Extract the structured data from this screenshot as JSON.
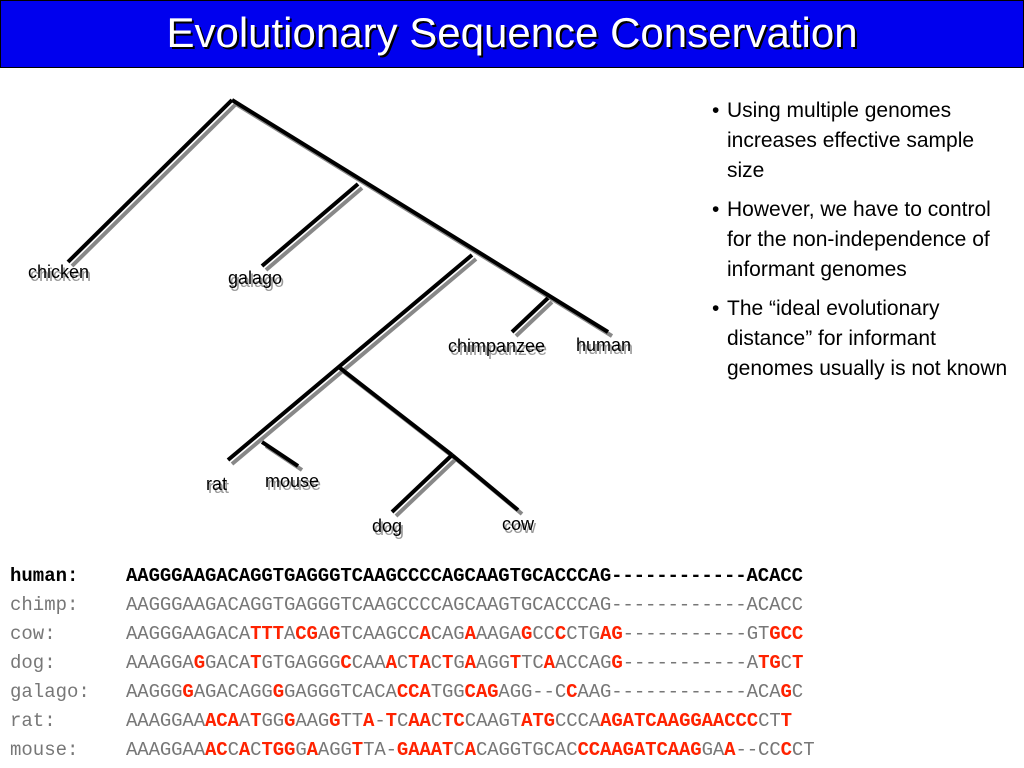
{
  "title": "Evolutionary Sequence Conservation",
  "tree": {
    "labels": [
      "chicken",
      "galago",
      "chimpanzee",
      "human",
      "rat",
      "mouse",
      "dog",
      "cow"
    ]
  },
  "bullets": [
    "Using multiple genomes increases effective sample size",
    "However, we have to control for the non-independence of informant genomes",
    "The “ideal evolutionary distance” for informant genomes usually is not known"
  ],
  "bullet_char": "•",
  "colors": {
    "title_bg": "#0000ee",
    "title_text": "#ffffff",
    "highlight": "#ff2200",
    "reference": "#000000",
    "informant": "#777777"
  },
  "alignment": {
    "rows": [
      {
        "name": "human:",
        "seq": "AAGGGAAGACAGGTGAGGGTCAAGCCCCAGCAAGTGCACCCAG------------ACACC",
        "reference": true,
        "highlight": ""
      },
      {
        "name": "chimp:",
        "seq": "AAGGGAAGACAGGTGAGGGTCAAGCCCCAGCAAGTGCACCCAG------------ACACC",
        "reference": false,
        "highlight": ""
      },
      {
        "name": "cow:",
        "seq": "AAGGGAAGACATTTACGAGTCAAGCCACAGAAAGAGCCCCTGAG-----------GTGCC",
        "reference": false,
        "highlight": "00000000000111011010000000100010000100100011110000000000011100"
      },
      {
        "name": "dog:",
        "seq": "AAAGGAGGACATGTGAGGGCCAAACTACTGAAGGTTCAACCAGG-----------ATGCT",
        "reference": false,
        "highlight": "000000100001000000010001011010100010010000010000000000001101"
      },
      {
        "name": "galago:",
        "seq": "AAGGGGAGACAGGGGAGGGTCACACCATGGCAGAGG--CCAAG------------ACAGC",
        "reference": false,
        "highlight": "000001000000010000000000111000111000000100000000000000000010"
      },
      {
        "name": "rat:",
        "seq": "AAAGGAAACAATGGGAAGGTTA-TCAACTCCAAGTATGCCCAAGATCAAGGAACCCCTT",
        "reference": false,
        "highlight": "00000001110100100010010101101100000111000011111111111111001110"
      },
      {
        "name": "mouse:",
        "seq": "AAAGGAAACCACTGGGAAGGTTA-GAAATCACAGGTGCACCCAAGATCAAGGAA--CCCCT",
        "reference": false,
        "highlight": "00000001101011101000100111111010000000001111111111100101001"
      }
    ]
  }
}
